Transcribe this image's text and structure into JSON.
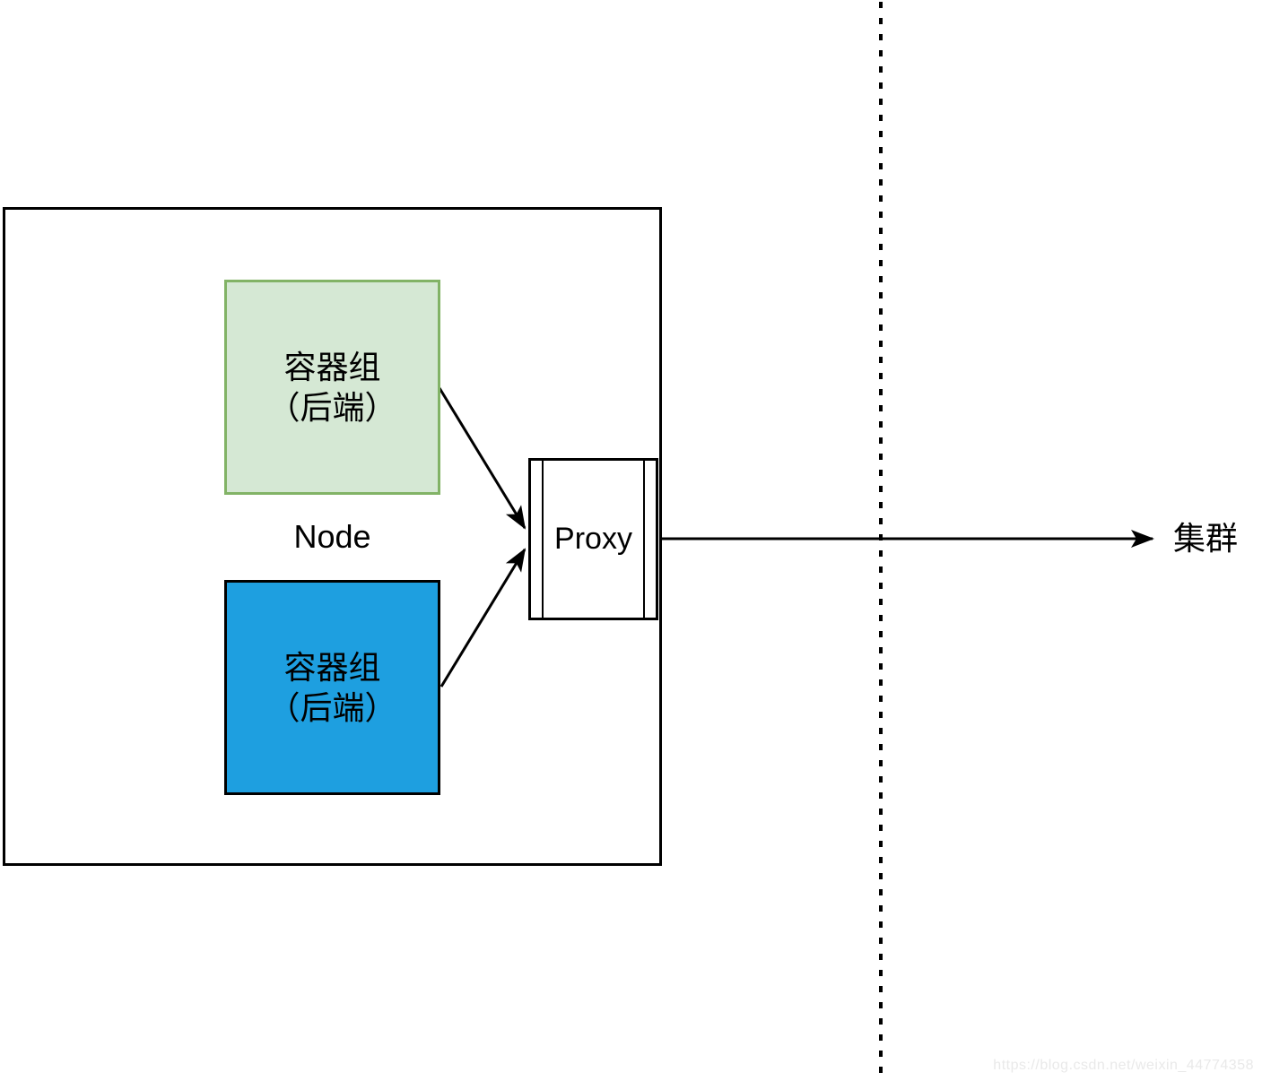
{
  "diagram": {
    "title_hint": "Node / Proxy / cluster architecture diagram",
    "node": {
      "label": "Node"
    },
    "pods": [
      {
        "id": "container-group-backend-green",
        "label_line1": "容器组",
        "label_line2": "（后端）",
        "fill": "#d5e8d4",
        "border": "#82b366"
      },
      {
        "id": "container-group-backend-blue",
        "label_line1": "容器组",
        "label_line2": "（后端）",
        "fill": "#1e9fe0",
        "border": "#000000"
      }
    ],
    "proxy": {
      "label": "Proxy"
    },
    "cluster": {
      "label": "集群"
    },
    "edges": [
      {
        "from": "container-group-backend-green",
        "to": "proxy",
        "style": "solid-arrow"
      },
      {
        "from": "container-group-backend-blue",
        "to": "proxy",
        "style": "solid-arrow"
      },
      {
        "from": "proxy",
        "to": "cluster",
        "style": "solid-arrow"
      }
    ],
    "separator": {
      "style": "vertical-dashed-line"
    },
    "colors": {
      "line": "#000000",
      "watermark_text": "#e9e9e9",
      "background": "#ffffff"
    },
    "watermark": "https://blog.csdn.net/weixin_44774358"
  }
}
